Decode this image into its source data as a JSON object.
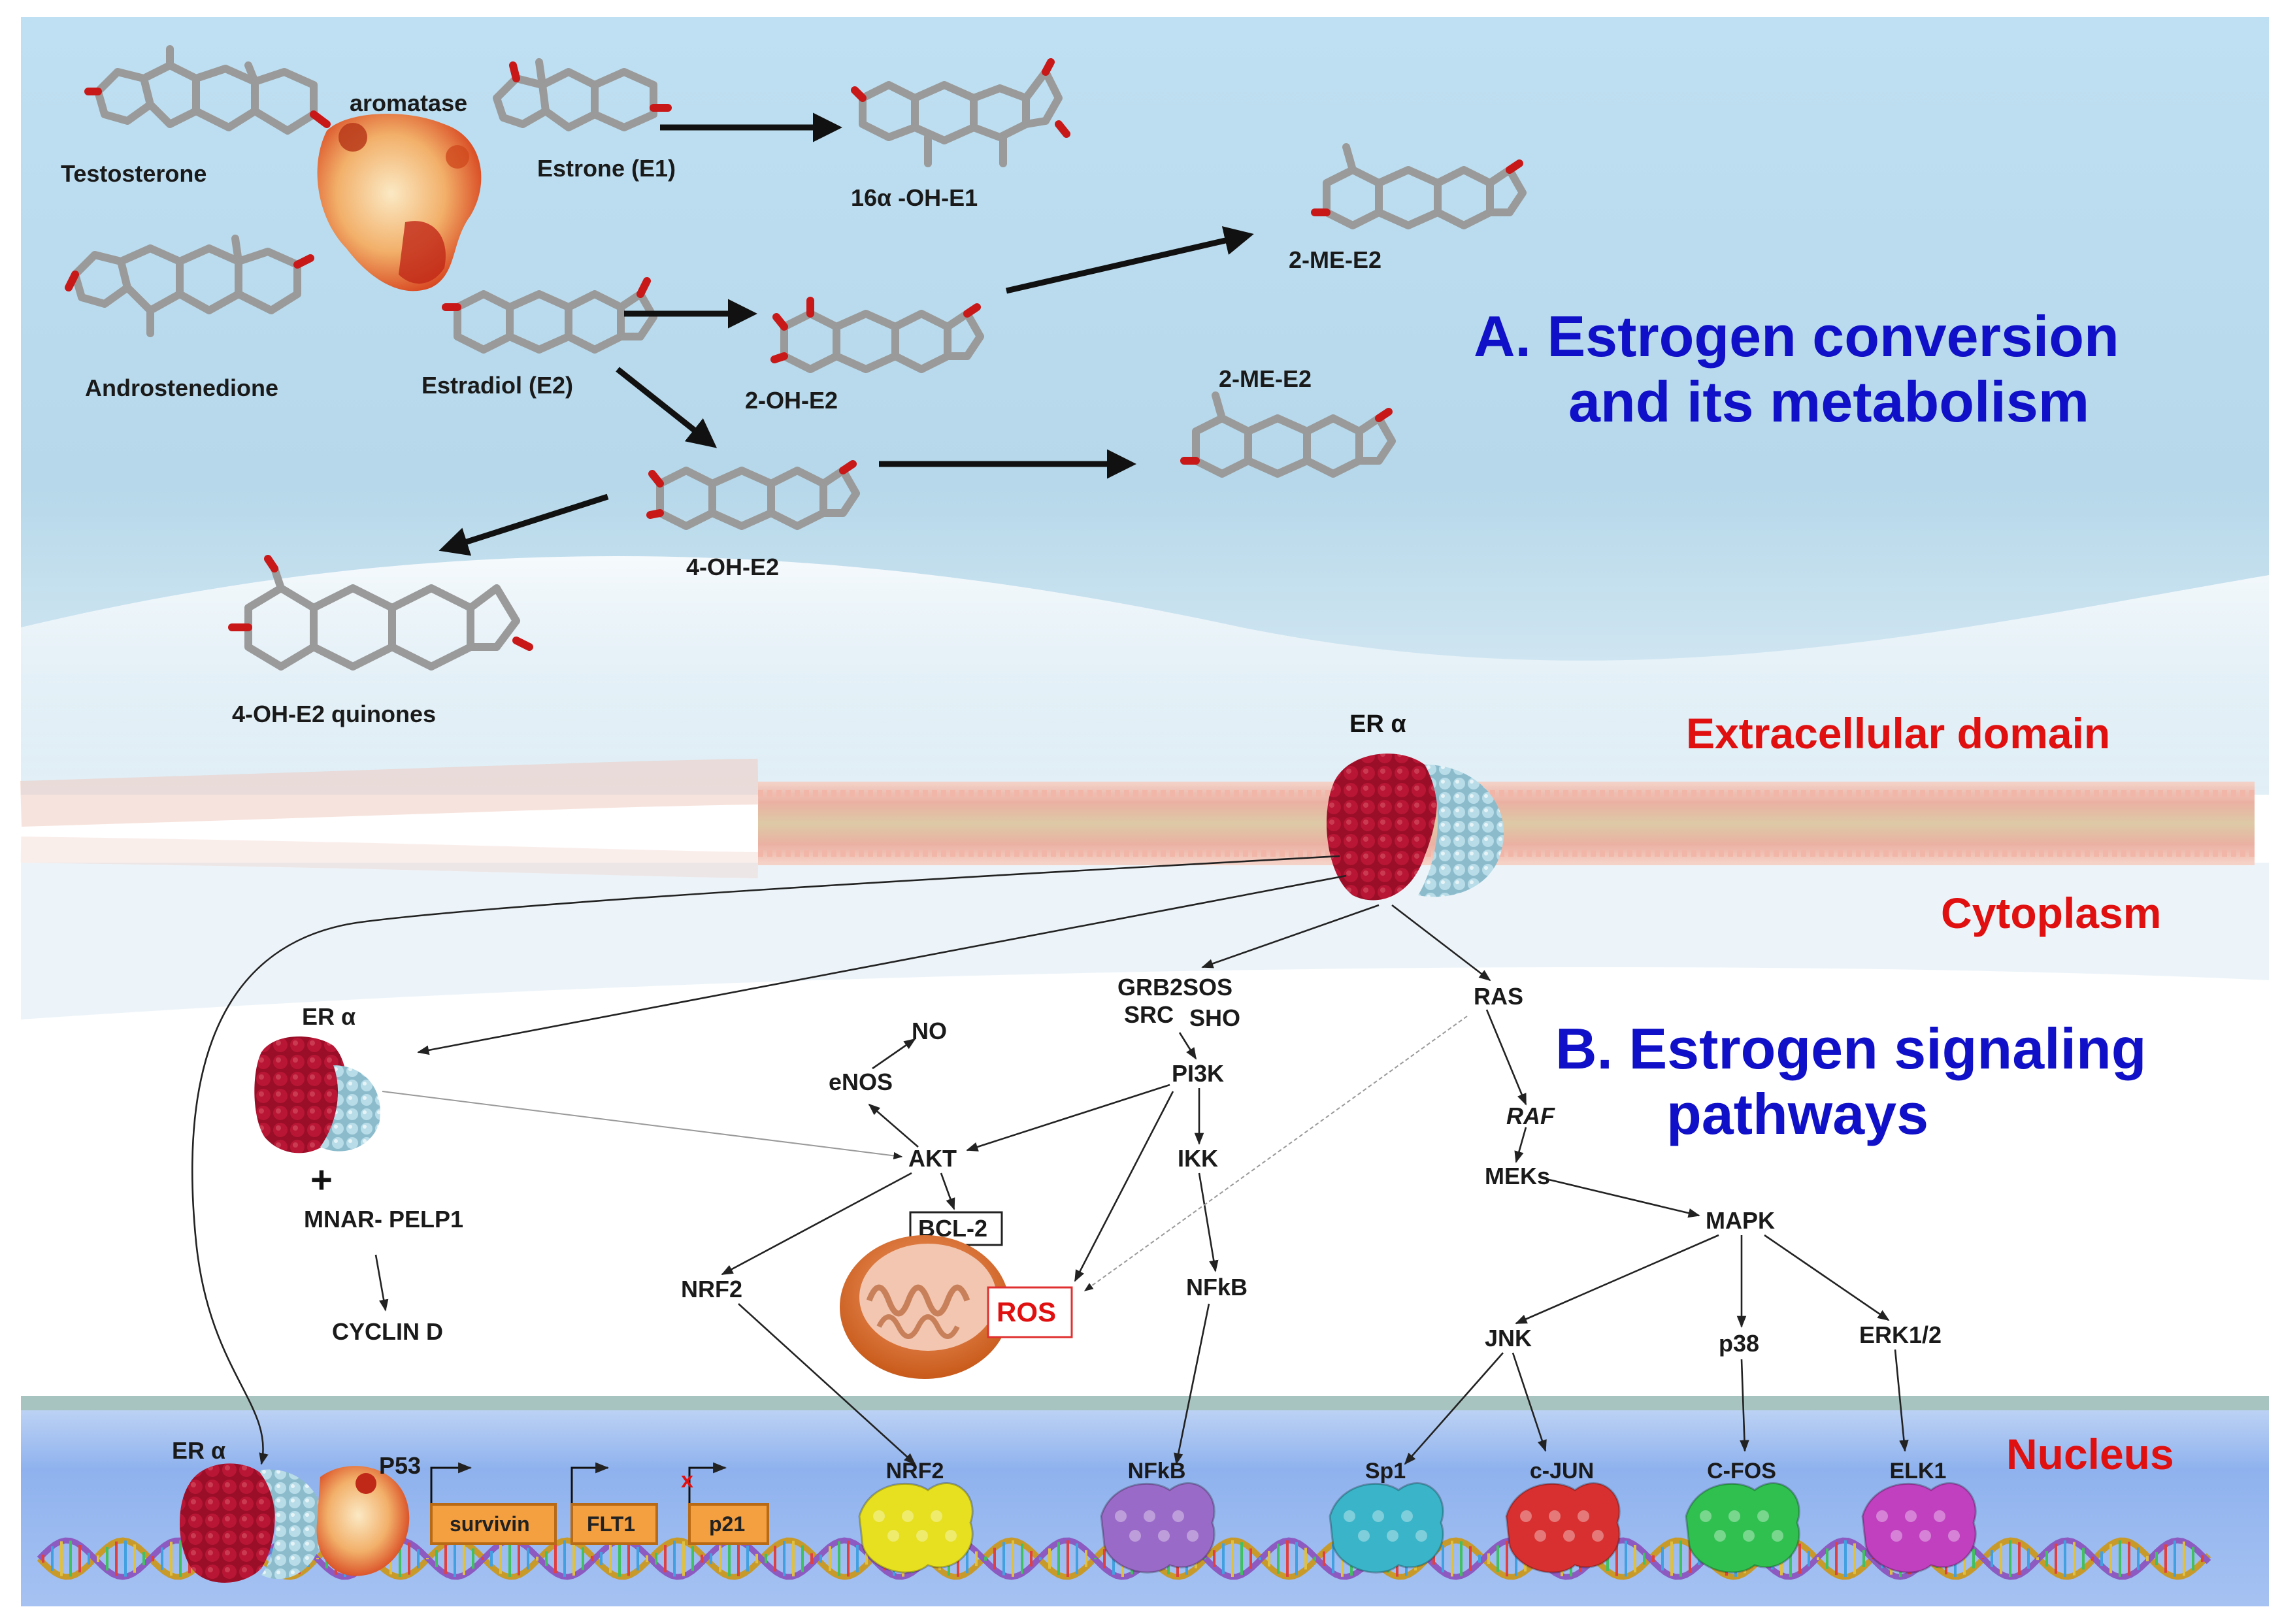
{
  "section_a": {
    "title_line1": "A.  Estrogen conversion",
    "title_line2": "and its metabolism",
    "molecules": {
      "testosterone": "Testosterone",
      "aromatase": "aromatase",
      "estrone": "Estrone (E1)",
      "oh_e1": "16α -OH-E1",
      "androstenedione": "Androstenedione",
      "estradiol": "Estradiol (E2)",
      "oh2_e2": "2-OH-E2",
      "me_e2_top": "2-ME-E2",
      "me_e2_mid": "2-ME-E2",
      "oh4_e2": "4-OH-E2",
      "quinones": "4-OH-E2 quinones"
    }
  },
  "regions": {
    "extracellular": "Extracellular domain",
    "cytoplasm": "Cytoplasm",
    "nucleus": "Nucleus"
  },
  "section_b": {
    "title_line1": "B.  Estrogen signaling",
    "title_line2": "pathways",
    "nodes": {
      "er_membrane": "ER α",
      "er_cyto": "ER α",
      "plus": "+",
      "mnar": "MNAR- PELP1",
      "cyclin": "CYCLIN D",
      "no": "NO",
      "enos": "eNOS",
      "grb2sos": "GRB2SOS",
      "src": "SRC",
      "sho": "SHO",
      "pi3k": "PI3K",
      "akt": "AKT",
      "bcl2": "BCL-2",
      "nrf2": "NRF2",
      "ros": "ROS",
      "ikk": "IKK",
      "nfkb": "NFkB",
      "ras": "RAS",
      "raf": "RAF",
      "meks": "MEKs",
      "mapk": "MAPK",
      "jnk": "JNK",
      "p38": "p38",
      "erk": "ERK1/2"
    },
    "nucleus_items": {
      "er_nuc": "ER α",
      "p53": "P53",
      "genes": [
        "survivin",
        "FLT1",
        "p21"
      ],
      "blocked_mark": "x",
      "tf": [
        "NRF2",
        "NFkB",
        "Sp1",
        "c-JUN",
        "C-FOS",
        "ELK1"
      ]
    }
  },
  "colors": {
    "title_blue": "#1010c8",
    "region_red": "#e01010",
    "er_red": "#a8102c",
    "er_blue": "#a8d0de",
    "tf_colors": [
      "#e6e020",
      "#9a6ac8",
      "#3ab4c8",
      "#d83030",
      "#30c050",
      "#c040c0"
    ]
  }
}
